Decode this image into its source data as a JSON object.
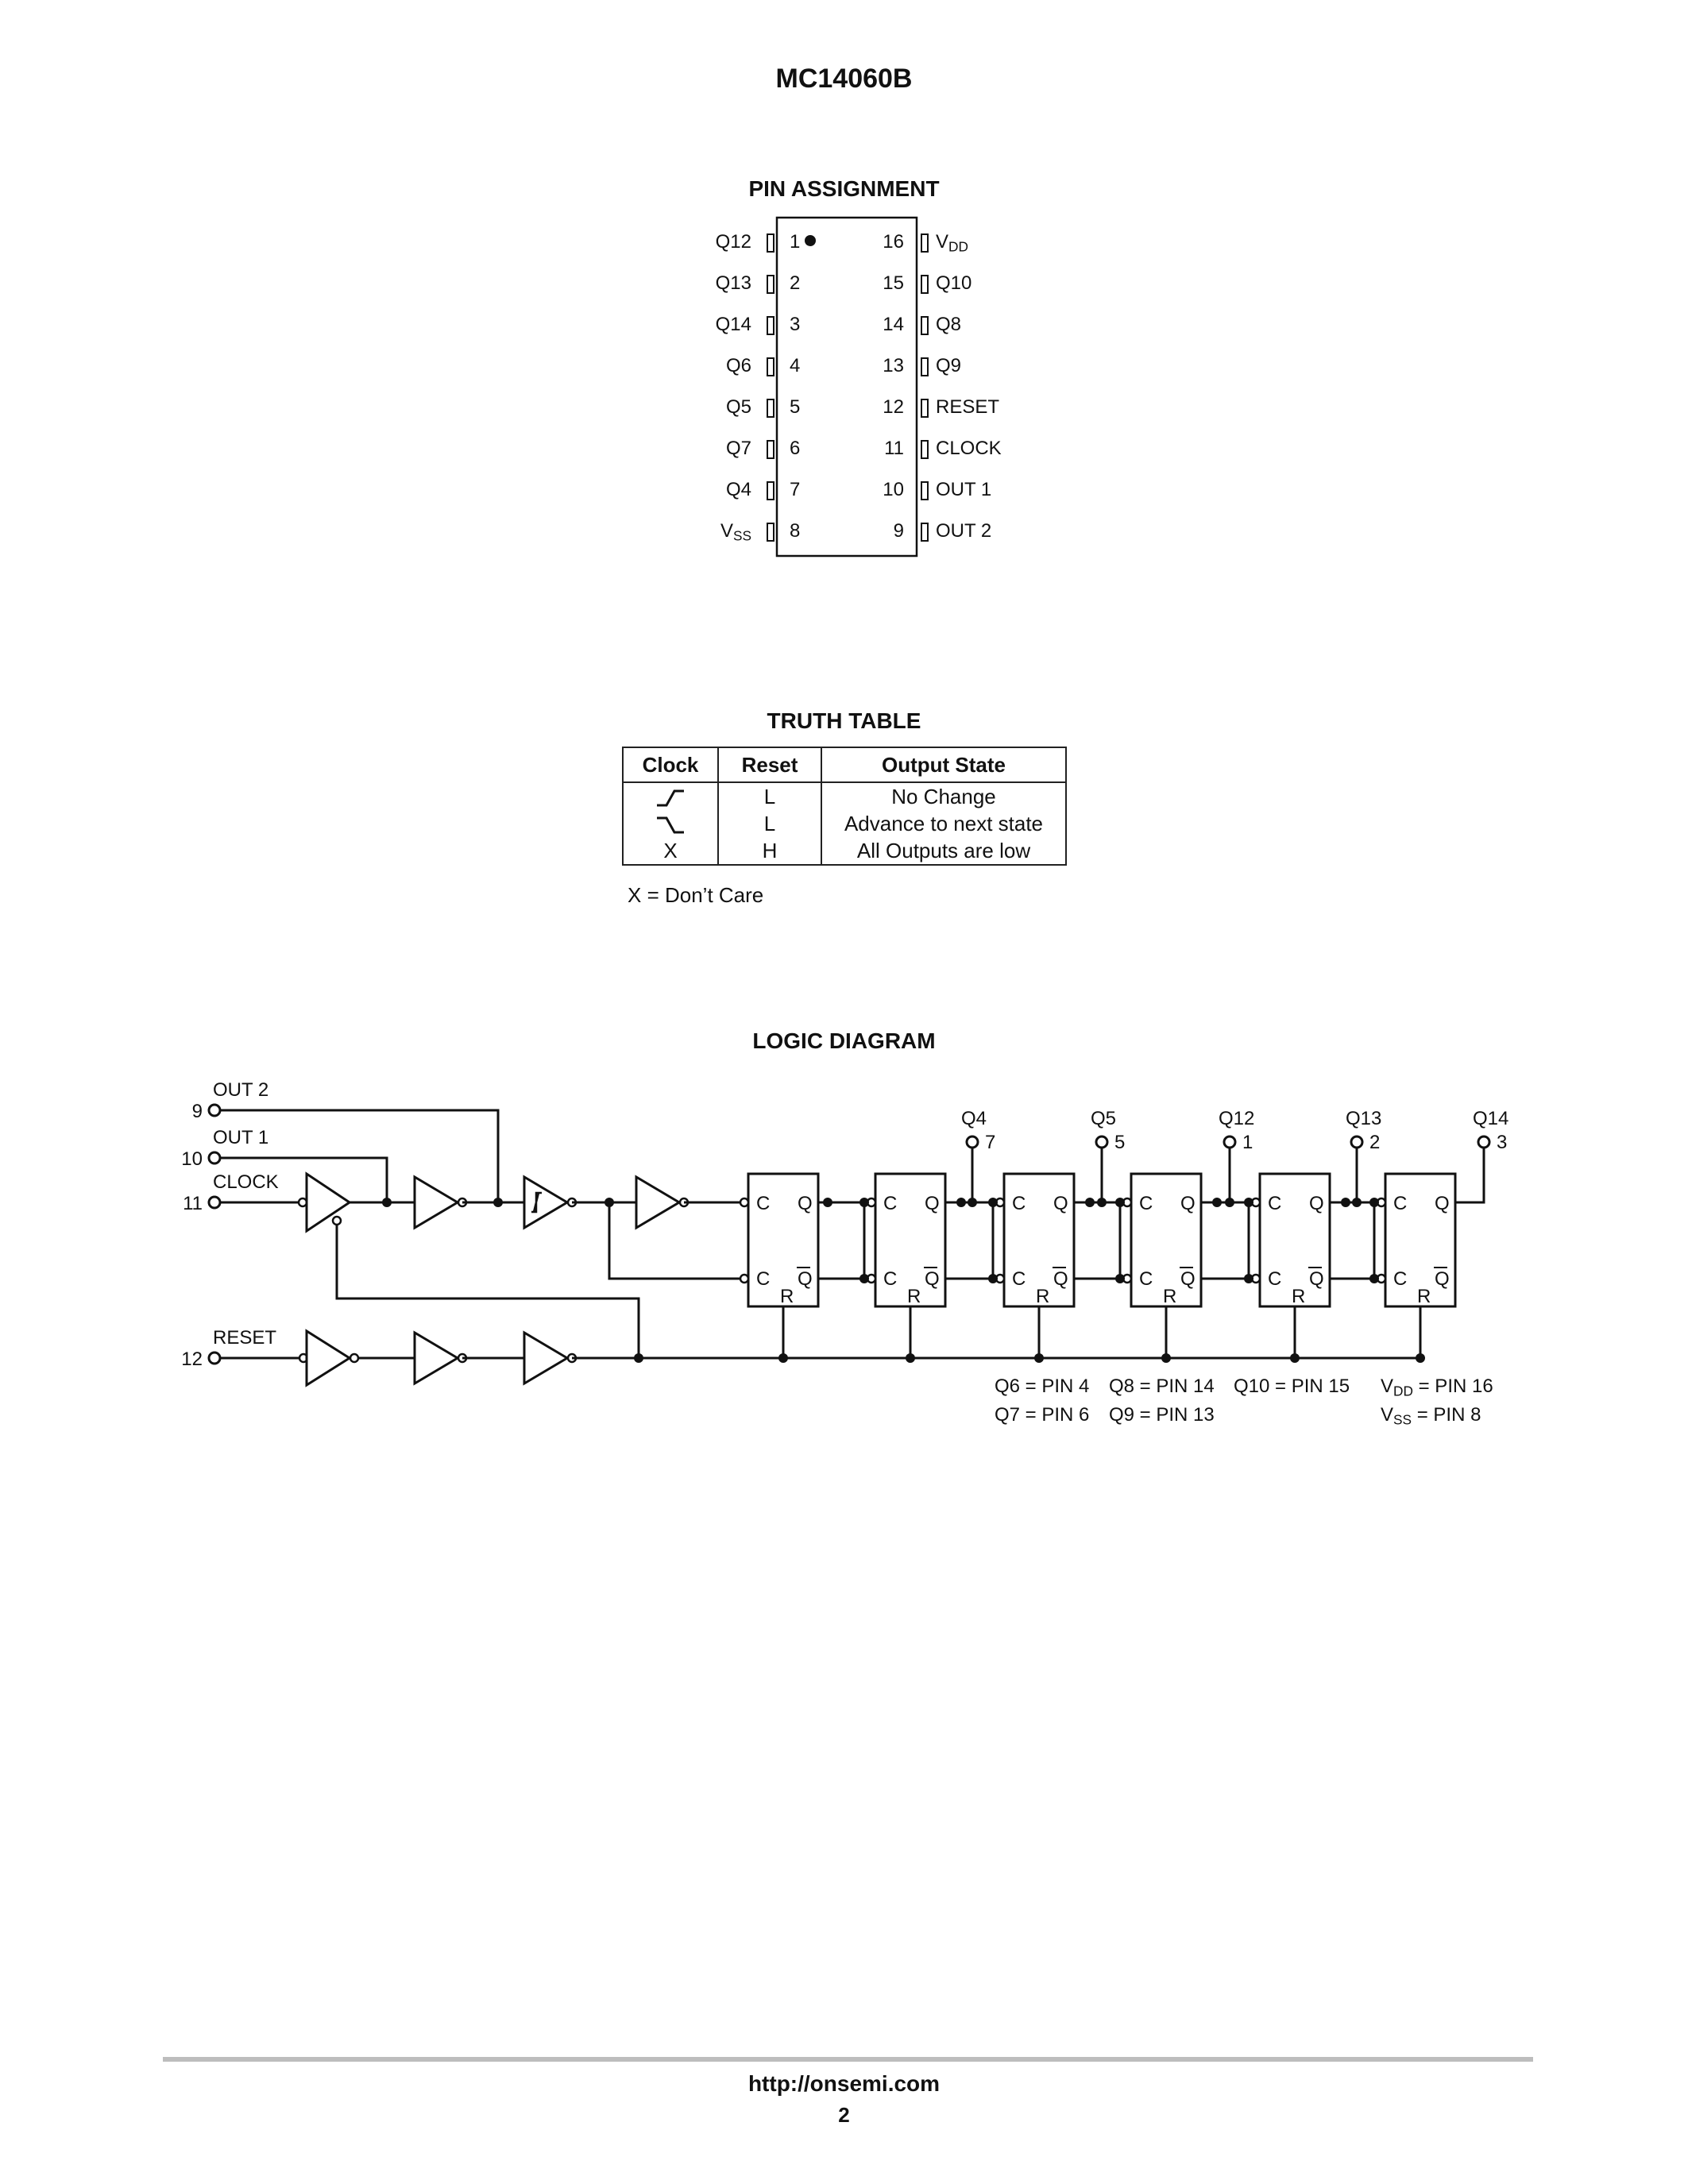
{
  "header": {
    "title": "MC14060B"
  },
  "pin_assignment": {
    "title": "PIN ASSIGNMENT",
    "left_pins": [
      {
        "num": "1",
        "label": "Q12"
      },
      {
        "num": "2",
        "label": "Q13"
      },
      {
        "num": "3",
        "label": "Q14"
      },
      {
        "num": "4",
        "label": "Q6"
      },
      {
        "num": "5",
        "label": "Q5"
      },
      {
        "num": "6",
        "label": "Q7"
      },
      {
        "num": "7",
        "label": "Q4"
      },
      {
        "num": "8",
        "label": "V",
        "sub": "SS"
      }
    ],
    "right_pins": [
      {
        "num": "16",
        "label": "V",
        "sub": "DD"
      },
      {
        "num": "15",
        "label": "Q10"
      },
      {
        "num": "14",
        "label": "Q8"
      },
      {
        "num": "13",
        "label": "Q9"
      },
      {
        "num": "12",
        "label": "RESET"
      },
      {
        "num": "11",
        "label": "CLOCK"
      },
      {
        "num": "10",
        "label": "OUT 1"
      },
      {
        "num": "9",
        "label": "OUT 2"
      }
    ]
  },
  "truth_table": {
    "title": "TRUTH TABLE",
    "headers": [
      "Clock",
      "Reset",
      "Output State"
    ],
    "rows": [
      {
        "clock_icon": "rising-edge-icon",
        "reset": "L",
        "output": "No Change"
      },
      {
        "clock_icon": "falling-edge-icon",
        "reset": "L",
        "output": "Advance to next state"
      },
      {
        "clock": "X",
        "reset": "H",
        "output": "All Outputs are low"
      }
    ],
    "note": "X = Don’t Care"
  },
  "logic_diagram": {
    "title": "LOGIC DIAGRAM",
    "inputs": [
      {
        "pin": "9",
        "label": "OUT 2"
      },
      {
        "pin": "10",
        "label": "OUT 1"
      },
      {
        "pin": "11",
        "label": "CLOCK"
      },
      {
        "pin": "12",
        "label": "RESET"
      }
    ],
    "outputs": [
      {
        "label": "Q4",
        "pin": "7"
      },
      {
        "label": "Q5",
        "pin": "5"
      },
      {
        "label": "Q12",
        "pin": "1"
      },
      {
        "label": "Q13",
        "pin": "2"
      },
      {
        "label": "Q14",
        "pin": "3"
      }
    ],
    "ff_labels": {
      "c": "C",
      "q": "Q",
      "r": "R",
      "qbar": "Q"
    },
    "notes": [
      [
        "Q6 = PIN 4",
        "Q8 = PIN 14",
        "Q10 = PIN 15",
        "V",
        "DD",
        " = PIN 16"
      ],
      [
        "Q7 = PIN 6",
        "Q9 = PIN 13",
        "V",
        "SS",
        " = PIN 8"
      ]
    ],
    "note_texts": {
      "n1": "Q6 = PIN 4",
      "n2": "Q8 = PIN 14",
      "n3": "Q10 = PIN 15",
      "n4_main": "V",
      "n4_sub": "DD",
      "n4_rest": " = PIN 16",
      "n5": "Q7 = PIN 6",
      "n6": "Q9 = PIN 13",
      "n7_main": "V",
      "n7_sub": "SS",
      "n7_rest": " = PIN 8"
    }
  },
  "footer": {
    "url": "http://onsemi.com",
    "page": "2"
  }
}
